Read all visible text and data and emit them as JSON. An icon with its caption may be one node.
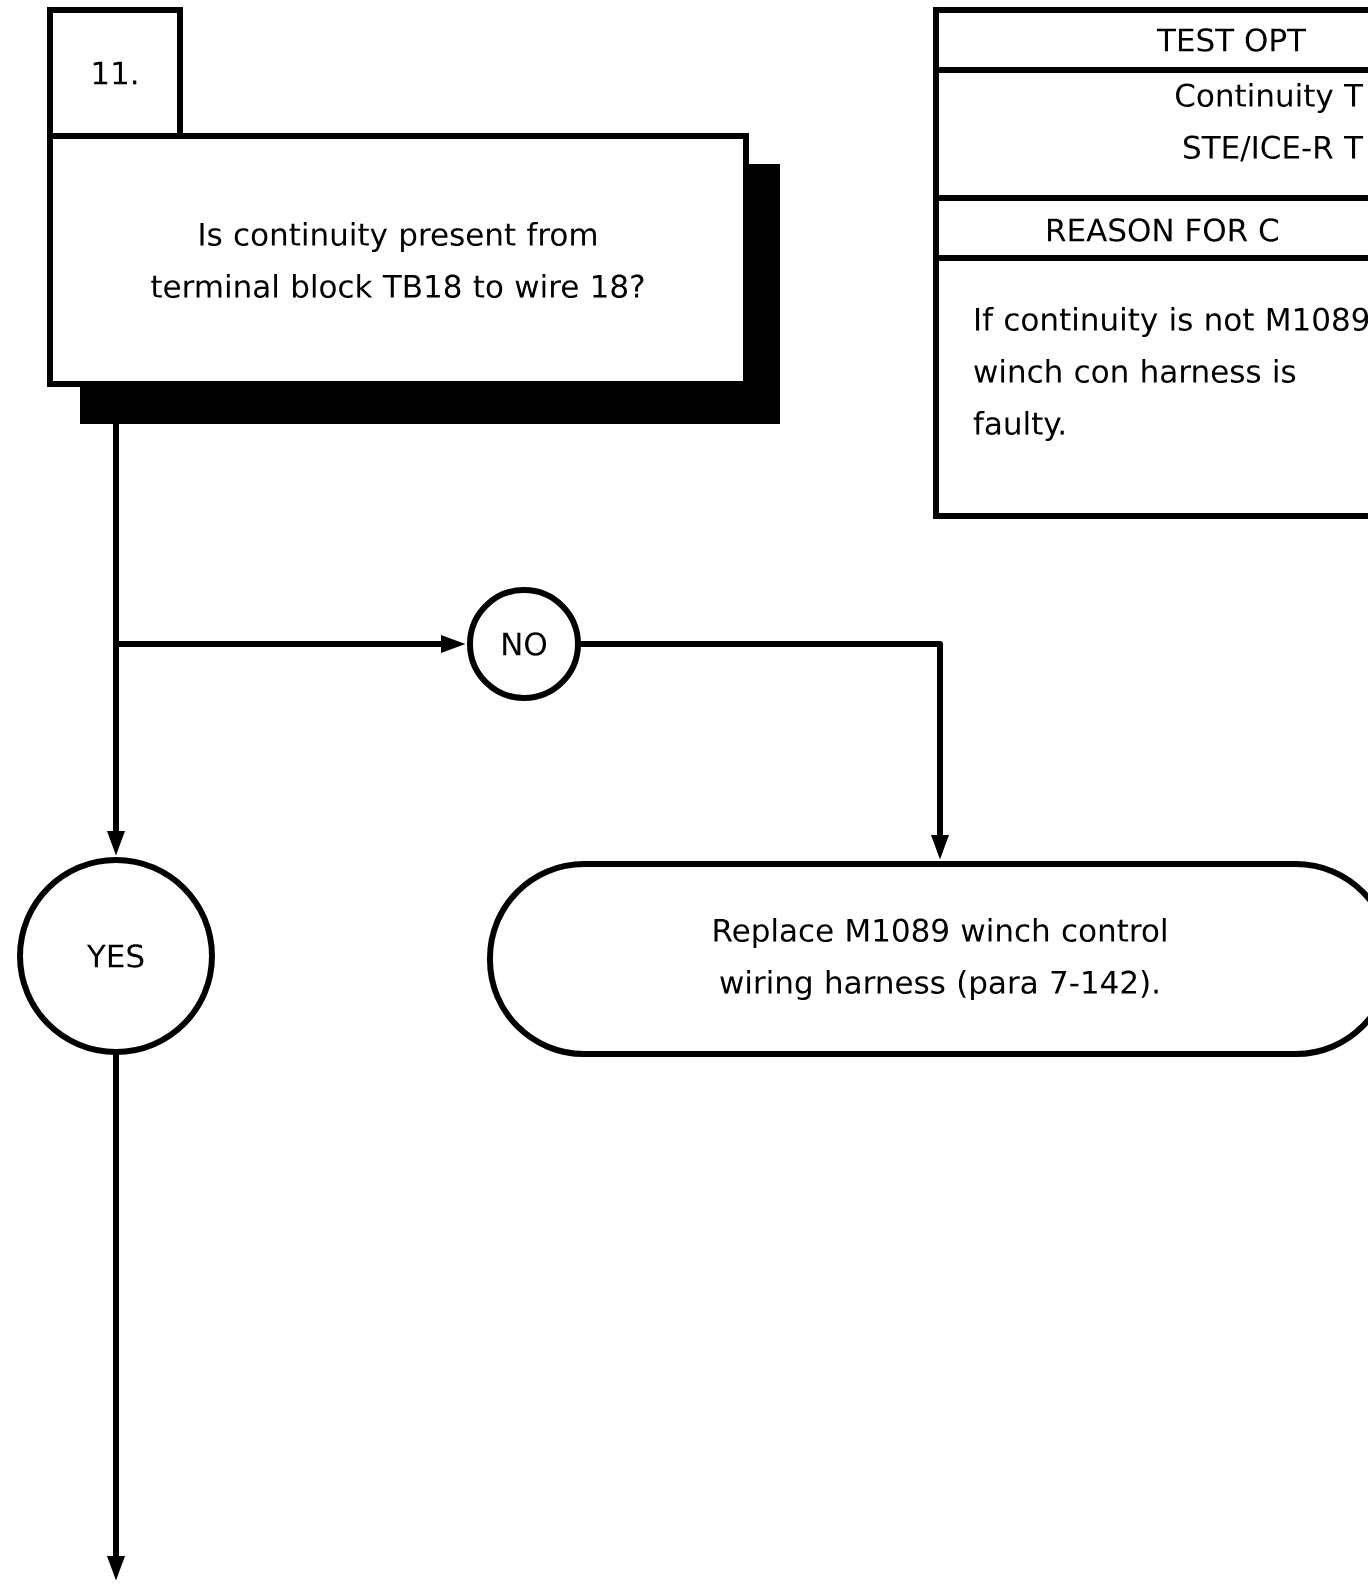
{
  "diagram": {
    "nodes": [
      {
        "text": [
          "11."
        ]
      },
      {
        "text": [
          "Is continuity present from terminal block TB18 to wire 18?"
        ]
      },
      {
        "text": [
          "NO"
        ]
      },
      {
        "text": [
          "YES"
        ]
      },
      {
        "text": [
          "Replace M1089 winch control wiring harness (para 7-142)."
        ]
      }
    ],
    "edges": [
      {
        "from": 1,
        "to": 2,
        "arrow": "to"
      },
      {
        "from": 1,
        "to": 3,
        "arrow": "to"
      },
      {
        "from": 2,
        "to": 4,
        "arrow": "to"
      },
      {
        "from": 3,
        "to": null,
        "arrow": "to"
      }
    ],
    "labels": [
      "TEST OPT",
      "Continuity T STE/ICE-R T",
      "REASON FOR C",
      "If continuity is not M1089 winch con harness is faulty."
    ]
  }
}
